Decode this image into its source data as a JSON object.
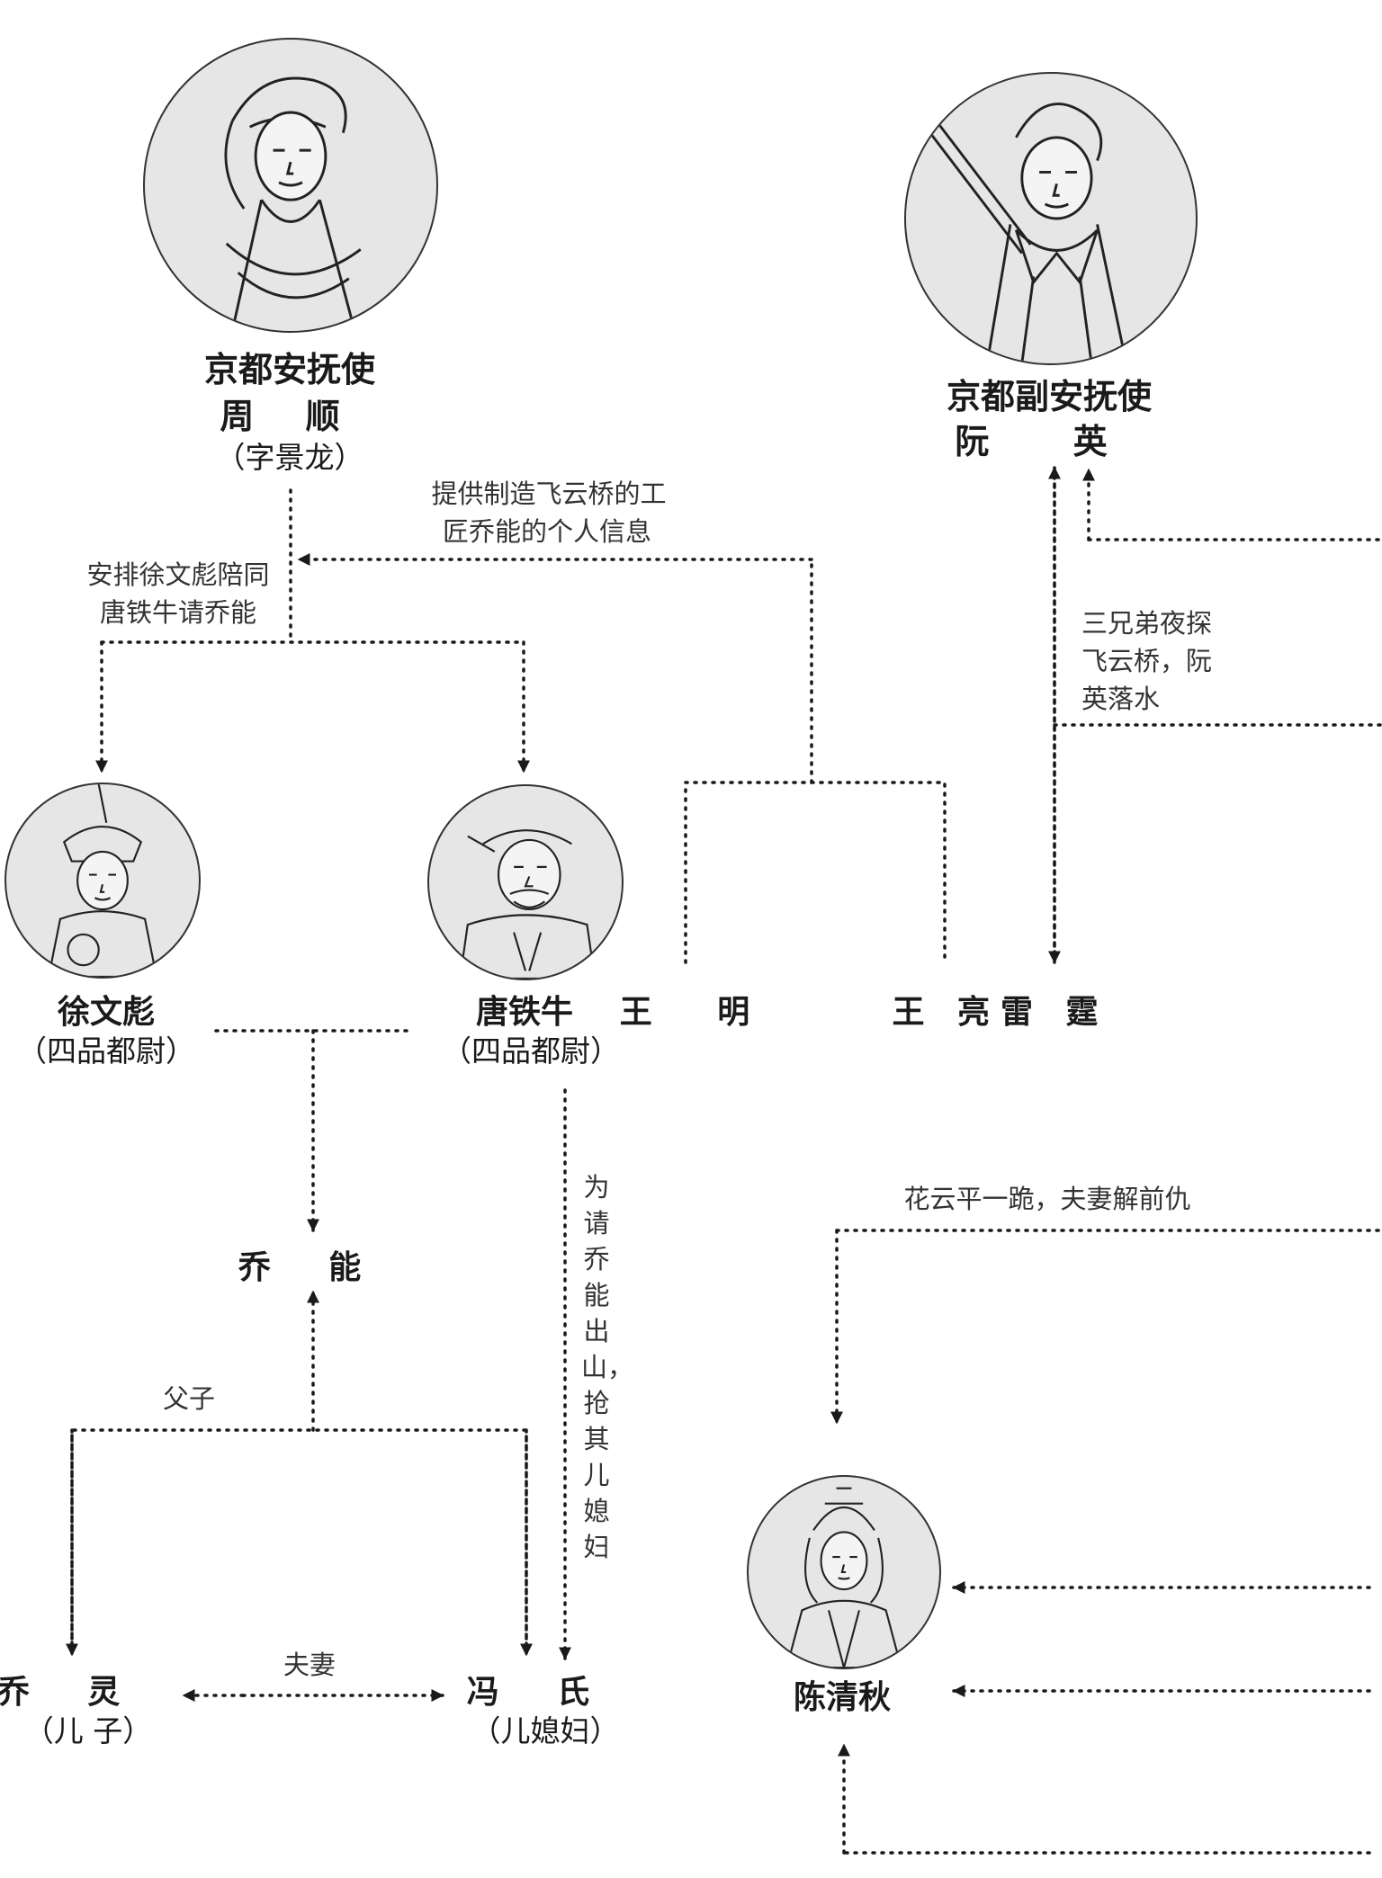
{
  "people": {
    "zhou_shun": {
      "title": "京都安抚使",
      "name": "周 顺",
      "alias": "（字景龙）"
    },
    "ruan_ying": {
      "title": "京都副安抚使",
      "name": "阮 英"
    },
    "xu_wenbiao": {
      "name": "徐文彪",
      "rank": "（四品都尉）"
    },
    "tang_tieniu": {
      "name": "唐铁牛",
      "rank": "（四品都尉）"
    },
    "wang_ming": {
      "name": "王 明"
    },
    "wang_lianglei": {
      "name": "王 亮雷 霆"
    },
    "qiao_neng": {
      "name": "乔 能"
    },
    "qiao_ling": {
      "name": "乔 灵",
      "role": "（儿 子）"
    },
    "feng_shi": {
      "name": "冯 氏",
      "role": "（儿媳妇）"
    },
    "chen_qingqiu": {
      "name": "陈清秋"
    }
  },
  "notes": {
    "provide_info": [
      "提供制造飞云桥的工",
      "匠乔能的个人信息"
    ],
    "arrange": [
      "安排徐文彪陪同",
      "唐铁牛请乔能"
    ],
    "night_probe": [
      "三兄弟夜探",
      "飞云桥，阮",
      "英落水"
    ],
    "kneel": "花云平一跪，夫妻解前仇",
    "father_son": "父子",
    "couple": "夫妻",
    "seize": "为请乔能出山，抢其儿媳妇"
  },
  "icons": {
    "zhou_shun": "scholar-portrait-icon",
    "ruan_ying": "swordsman-portrait-icon",
    "xu_wenbiao": "general-portrait-icon",
    "tang_tieniu": "warrior-portrait-icon",
    "chen_qingqiu": "lady-portrait-icon"
  },
  "colors": {
    "line": "#1a1a1a",
    "portrait_bg": "#e6e6e6"
  }
}
